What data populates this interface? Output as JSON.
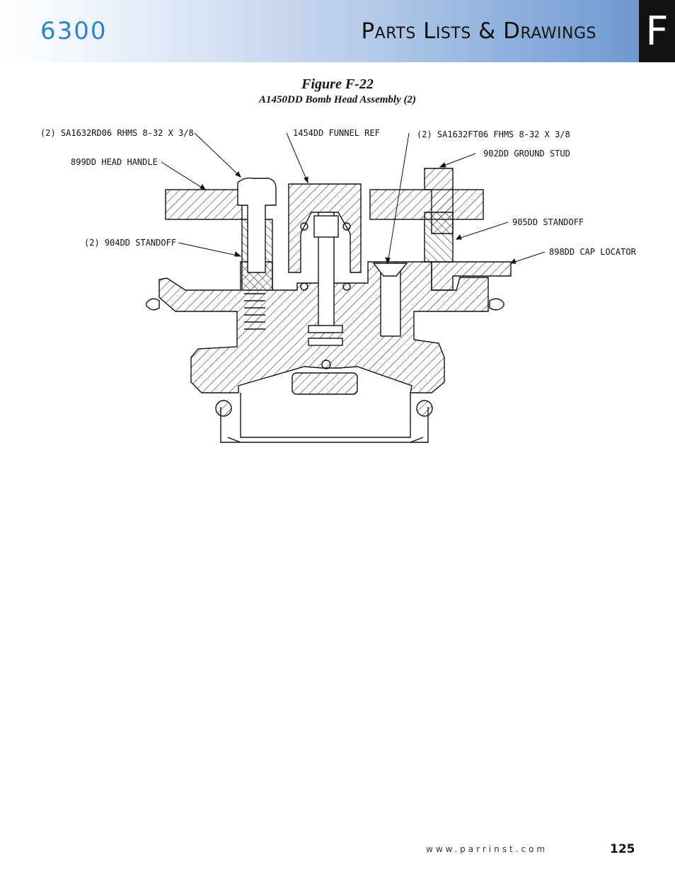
{
  "header": {
    "model": "6300",
    "section_title": "Parts Lists & Drawings",
    "section_letter": "F"
  },
  "figure": {
    "title": "Figure F-22",
    "subtitle": "A1450DD Bomb Head Assembly (2)"
  },
  "callouts": {
    "screw_rhms": "(2) SA1632RD06 RHMS 8-32 X 3/8",
    "funnel": "1454DD FUNNEL REF",
    "screw_fhms": "(2) SA1632FT06 FHMS 8-32 X 3/8",
    "ground_stud": "902DD GROUND STUD",
    "head_handle": "899DD HEAD HANDLE",
    "standoff_905": "905DD STANDOFF",
    "standoff_904": "(2) 904DD STANDOFF",
    "cap_locator": "898DD CAP LOCATOR"
  },
  "footer": {
    "url": "www.parrinst.com",
    "page": "125"
  }
}
